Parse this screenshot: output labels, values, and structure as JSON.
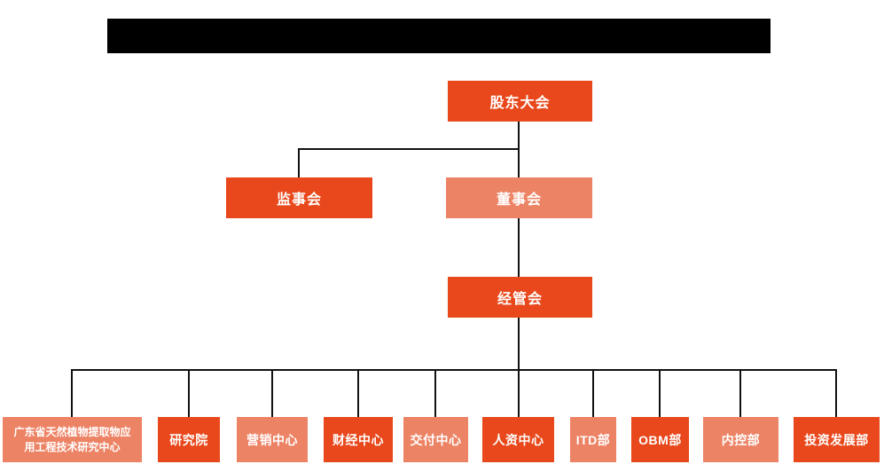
{
  "colors": {
    "primary": "#E8481B",
    "secondary": "#ED8365",
    "line": "#111111",
    "redaction": "#000000",
    "background": "#FFFFFF"
  },
  "org": {
    "root": {
      "label": "股东大会"
    },
    "supervisory": {
      "label": "监事会"
    },
    "board": {
      "label": "董事会"
    },
    "management": {
      "label": "经管会"
    },
    "departments": [
      {
        "label": "广东省天然植物提取物应用工程技术研究中心",
        "label_lines": [
          "广东省天然植物提取物应",
          "用工程技术研究中心"
        ]
      },
      {
        "label": "研究院"
      },
      {
        "label": "营销中心"
      },
      {
        "label": "财经中心"
      },
      {
        "label": "交付中心"
      },
      {
        "label": "人资中心"
      },
      {
        "label": "ITD部"
      },
      {
        "label": "OBM部"
      },
      {
        "label": "内控部"
      },
      {
        "label": "投资发展部"
      }
    ]
  }
}
